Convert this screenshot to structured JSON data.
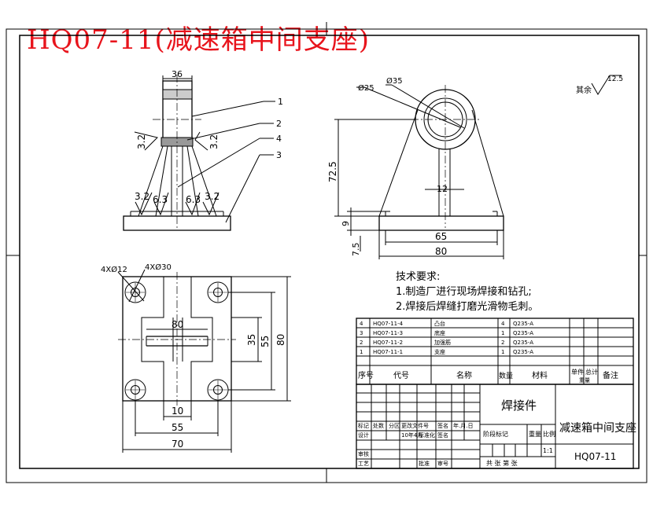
{
  "title": "HQ07-11(减速箱中间支座)",
  "colors": {
    "title": "#e8141c",
    "line": "#000000",
    "paper": "#ffffff"
  },
  "front_view": {
    "dim_top": "36",
    "leaders": [
      "1",
      "2",
      "4",
      "3"
    ],
    "rough_left": "3.2",
    "rough_right": "3.2",
    "rough_b1": "3.2",
    "rough_b2": "6.3",
    "rough_b3": "6.3",
    "rough_b4": "3.2"
  },
  "side_view": {
    "dia_small": "Ø25",
    "dia_large": "Ø35",
    "height": "72.5",
    "web": "12",
    "base_h": "9",
    "foot": "7.5",
    "width_inner": "65",
    "width_outer": "80"
  },
  "roughness_note": {
    "label": "其余",
    "value": "12.5"
  },
  "top_view": {
    "holes_small": "4XØ12",
    "holes_large": "4XØ30",
    "center_w": "80",
    "h35": "35",
    "h55": "55",
    "h80": "80",
    "w10": "10",
    "w55": "55",
    "w70": "70"
  },
  "tech": {
    "heading": "技术要求:",
    "line1": "1.制造厂进行现场焊接和钻孔;",
    "line2": "2.焊接后焊缝打磨光滑物毛刺。"
  },
  "parts": [
    {
      "no": "4",
      "code": "HQ07-11-4",
      "name": "凸台",
      "qty": "4",
      "mat": "Q235-A"
    },
    {
      "no": "3",
      "code": "HQ07-11-3",
      "name": "底座",
      "qty": "1",
      "mat": "Q235-A"
    },
    {
      "no": "2",
      "code": "HQ07-11-2",
      "name": "加强筋",
      "qty": "2",
      "mat": "Q235-A"
    },
    {
      "no": "1",
      "code": "HQ07-11-1",
      "name": "支座",
      "qty": "1",
      "mat": "Q235-A"
    }
  ],
  "parts_header": {
    "no": "序号",
    "code": "代号",
    "name": "名称",
    "qty": "数量",
    "mat": "材料",
    "unit": "单件",
    "total": "总计",
    "weight": "重量",
    "note": "备注"
  },
  "title_block": {
    "type": "焊接件",
    "name": "减速箱中间支座",
    "drawing_no": "HQ07-11",
    "scale": "1:1",
    "stage": "阶段标记",
    "weight": "重量",
    "ratio": "比例",
    "sheets": "共 张 第 张",
    "r1": [
      "标记",
      "处数",
      "分区",
      "更改文件号",
      "签名",
      "年.月.日"
    ],
    "r2": [
      "设计",
      "10年4月",
      "标准化",
      "签名"
    ],
    "r3": [
      "审核"
    ],
    "r4": [
      "工艺",
      "批准",
      "审号"
    ]
  }
}
